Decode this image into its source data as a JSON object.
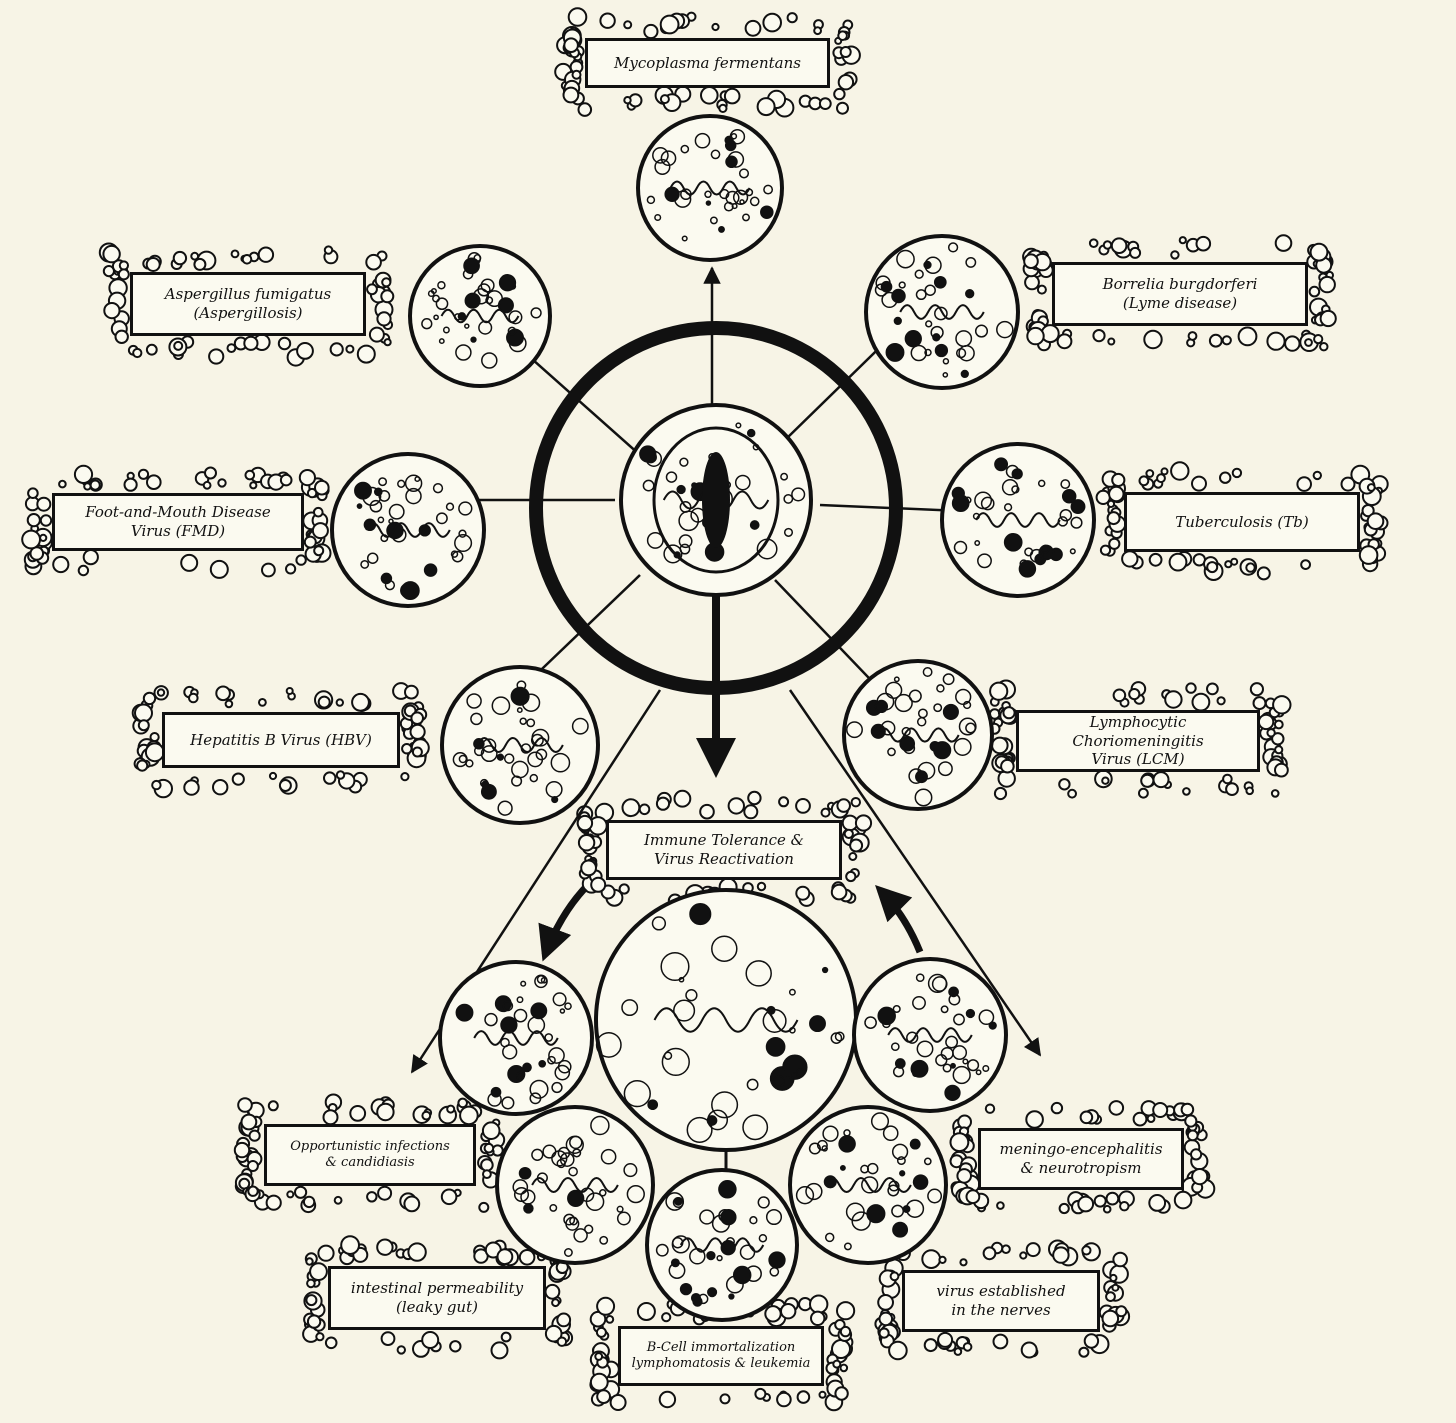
{
  "diagram": {
    "center_label": "",
    "pathogens": [
      {
        "id": "mycoplasma",
        "label": "Mycoplasma fermentans"
      },
      {
        "id": "aspergillus",
        "label": "Aspergillus fumigatus\n(Aspergillosis)"
      },
      {
        "id": "borrelia",
        "label": "Borrelia burgdorferi\n(Lyme disease)"
      },
      {
        "id": "fmd",
        "label": "Foot-and-Mouth Disease\nVirus (FMD)"
      },
      {
        "id": "tb",
        "label": "Tuberculosis (Tb)"
      },
      {
        "id": "hbv",
        "label": "Hepatitis B Virus (HBV)"
      },
      {
        "id": "lcm",
        "label": "Lymphocytic Choriomeningitis\nVirus (LCM)"
      }
    ],
    "central_outcome": "Immune Tolerance &\nVirus Reactivation",
    "outcomes": [
      {
        "id": "opportunistic",
        "label": "Opportunistic infections\n& candidiasis"
      },
      {
        "id": "meningo",
        "label": "meningo-encephalitis\n& neurotropism"
      },
      {
        "id": "leaky",
        "label": "intestinal permeability\n(leaky gut)"
      },
      {
        "id": "bcell",
        "label": "B-Cell immortalization\nlymphomatosis & leukemia"
      },
      {
        "id": "nerves",
        "label": "virus established\nin the nerves"
      }
    ],
    "colors": {
      "ink": "#111111",
      "paper": "#f7f4e6",
      "box": "#fbfaf0"
    }
  }
}
